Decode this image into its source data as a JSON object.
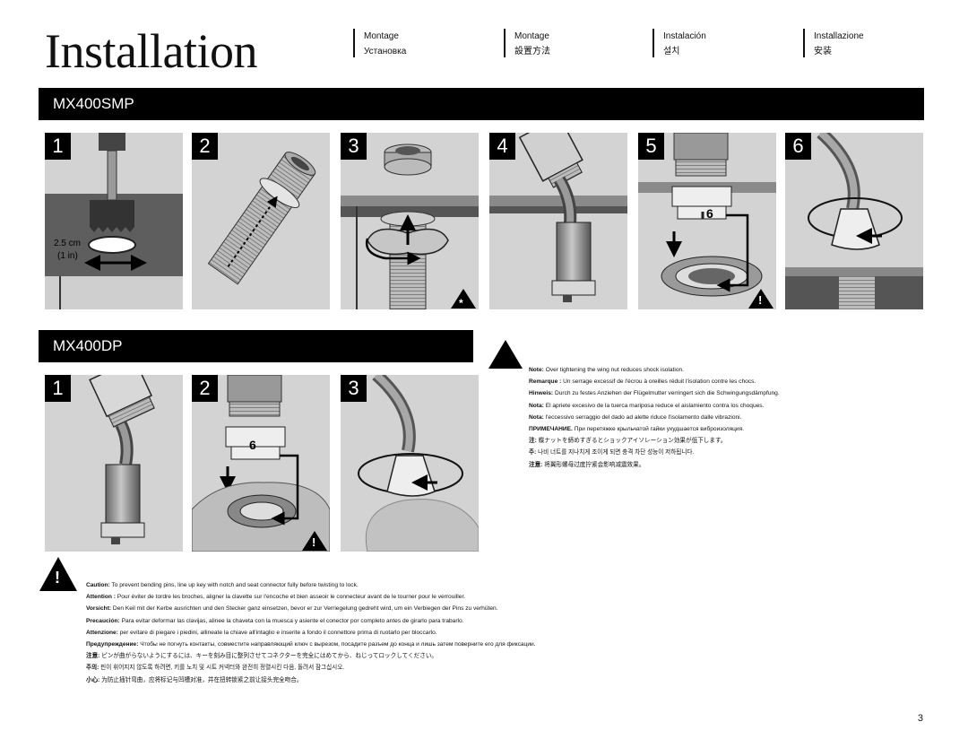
{
  "header": {
    "title": "Installation",
    "languages": [
      {
        "top": "Montage",
        "bottom": "Установка"
      },
      {
        "top": "Montage",
        "bottom": "設置方法"
      },
      {
        "top": "Instalación",
        "bottom": "설치"
      },
      {
        "top": "Installazione",
        "bottom": "安装"
      }
    ]
  },
  "sections": {
    "smp_title": "MX400SMP",
    "dp_title": "MX400DP"
  },
  "smp_steps": [
    "1",
    "2",
    "3",
    "4",
    "5",
    "6"
  ],
  "dp_steps": [
    "1",
    "2",
    "3"
  ],
  "step_labels": {
    "hole_metric": "2.5 cm",
    "hole_imperial": "(1 in)",
    "alignment_number": "6"
  },
  "symbols": {
    "star": "*",
    "exclamation": "!"
  },
  "note": [
    {
      "label": "Note:",
      "text": "Over tightening the wing nut reduces shock isolation."
    },
    {
      "label": "Remarque :",
      "text": "Un serrage excessif de l'écrou à oreilles réduit l'isolation contre les chocs."
    },
    {
      "label": "Hinweis:",
      "text": "Durch zu festes Anziehen der Flügelmutter verringert sich die Schwingungsdämpfung."
    },
    {
      "label": "Nota:",
      "text": "El apriete excesivo de la tuerca mariposa reduce el aislamiento contra los choques."
    },
    {
      "label": "Nota:",
      "text": "l'eccessivo serraggio del dado ad alette riduce l'isolamento dalle vibrazioni."
    },
    {
      "label": "ПРИМЕЧАНИЕ.",
      "text": "При перетяжке крыльчатой гайки ухудшается виброизоляция."
    },
    {
      "label": "注:",
      "text": "蝶ナットを締めすぎるとショックアイソレーション効果が低下します。"
    },
    {
      "label": "주:",
      "text": "나비 너트를 지나치게 조이게 되면 충격 차단 성능이 저하됩니다."
    },
    {
      "label": "注意:",
      "text": "将翼形螺母过度拧紧会影响减震效果。"
    }
  ],
  "caution": [
    {
      "label": "Caution:",
      "text": "To prevent bending pins, line up key with notch and seat connector fully before twisting to lock."
    },
    {
      "label": "Attention :",
      "text": "Pour éviter de tordre les broches, aligner la clavette sur l'encoche et bien asseoir le connecteur avant de le tourner pour le verrouiller."
    },
    {
      "label": "Vorsicht:",
      "text": "Den Keil mit der Kerbe ausrichten und den Stecker ganz einsetzen, bevor er zur Verriegelung gedreht wird, um ein Verbiegen der Pins zu verhüten."
    },
    {
      "label": "Precaución:",
      "text": "Para evitar deformar las clavijas, alinee la chaveta con la muesca y asiente el conector por completo antes de girarlo para trabarlo."
    },
    {
      "label": "Attenzione:",
      "text": "per evitare di piegare i piedini, allineate la chiave all'intaglio e inserite a fondo il connettore prima di ruotarlo per bloccarlo."
    },
    {
      "label": "Предупреждение:",
      "text": "Чтобы не погнуть контакты, совместите направляющий ключ с вырезом, посадите разъем до конца и лишь затем поверните его для фиксации."
    },
    {
      "label": "注意:",
      "text": "ピンが曲がらないようにするには、キーを刻み目に整列させてコネクターを完全にはめてから、ねじってロックしてください。"
    },
    {
      "label": "주의:",
      "text": "핀이 휘어지지 않도록 하려면, 키를 노치 및 시트 커넥터와 완전히 정렬시킨 다음, 돌려서 잠그십시오."
    },
    {
      "label": "小心:",
      "text": "为防止插针弯曲，应将标记与凹槽对准，并在扭转锁紧之前让接头完全吻合。"
    }
  ],
  "page_number": "3"
}
